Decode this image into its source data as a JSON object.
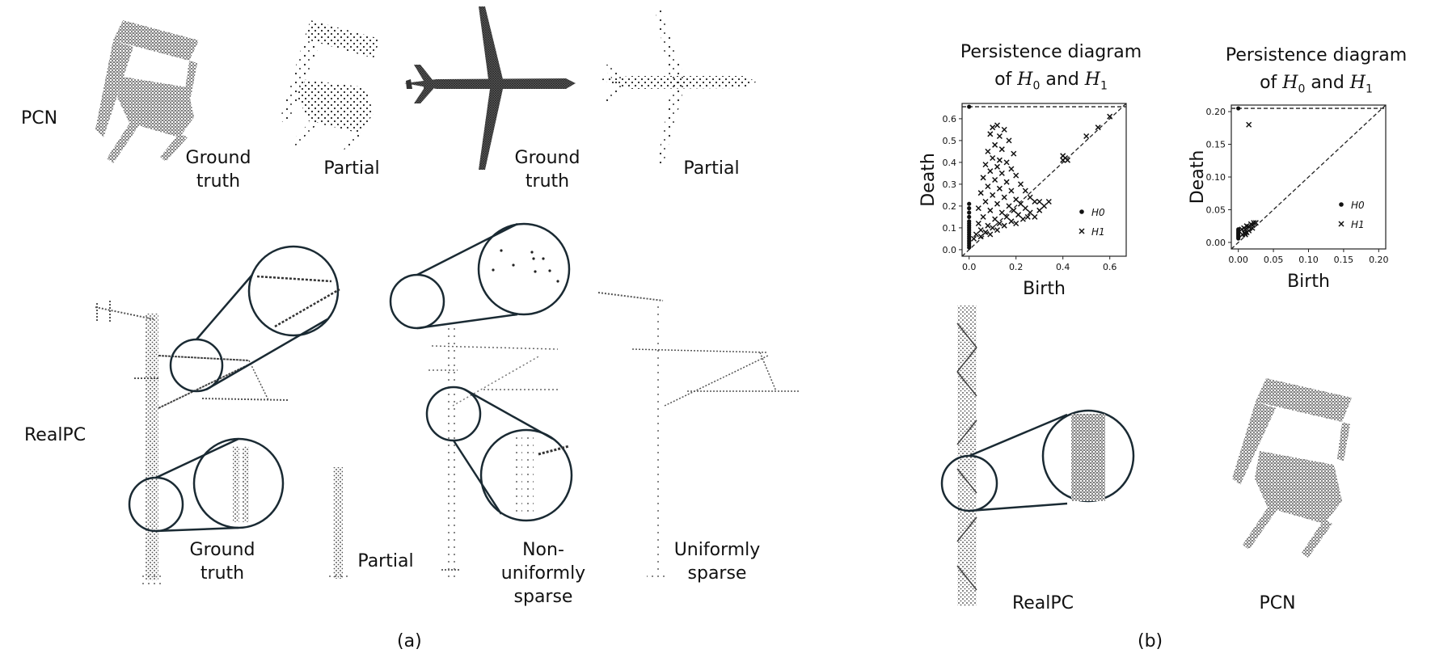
{
  "row_labels": {
    "pcn": "PCN",
    "realpc": "RealPC"
  },
  "pcn_labels": {
    "chair_gt": "Ground\ntruth",
    "chair_partial": "Partial",
    "plane_gt": "Ground\ntruth",
    "plane_partial": "Partial"
  },
  "realpc_labels": {
    "gt": "Ground\ntruth",
    "partial": "Partial",
    "nonuniform": "Non-\nuniformly\nsparse",
    "uniform": "Uniformly\nsparse"
  },
  "bottom_labels": {
    "realpc": "RealPC",
    "pcn": "PCN"
  },
  "captions": {
    "a": "(a)",
    "b": "(b)"
  },
  "persistence_titles": {
    "line1": "Persistence diagram",
    "line2_prefix": "of ",
    "h0": "H",
    "sub0": "0",
    "and": " and ",
    "h1": "H",
    "sub1": "1"
  },
  "chart_data": [
    {
      "type": "scatter",
      "title": "Persistence diagram of H0 and H1",
      "xlabel": "Birth",
      "ylabel": "Death",
      "xlim": [
        -0.03,
        0.67
      ],
      "ylim": [
        -0.03,
        0.67
      ],
      "xticks": [
        "0.0",
        "0.2",
        "0.4",
        "0.6"
      ],
      "yticks": [
        "0.0",
        "0.1",
        "0.2",
        "0.3",
        "0.4",
        "0.5",
        "0.6"
      ],
      "legend": [
        "H0",
        "H1"
      ],
      "legend_position": "bottom-right",
      "infinity_line": 0.655,
      "series": [
        {
          "name": "H0",
          "marker": "dot",
          "points": [
            [
              0,
              0.655
            ],
            [
              0,
              0.21
            ],
            [
              0,
              0.19
            ],
            [
              0,
              0.17
            ],
            [
              0,
              0.15
            ],
            [
              0,
              0.13
            ],
            [
              0,
              0.12
            ],
            [
              0,
              0.11
            ],
            [
              0,
              0.1
            ],
            [
              0,
              0.09
            ],
            [
              0,
              0.08
            ],
            [
              0,
              0.07
            ],
            [
              0,
              0.06
            ],
            [
              0,
              0.05
            ],
            [
              0,
              0.04
            ],
            [
              0,
              0.03
            ],
            [
              0,
              0.02
            ],
            [
              0,
              0.01
            ]
          ]
        },
        {
          "name": "H1",
          "marker": "x",
          "points": [
            [
              0.1,
              0.56
            ],
            [
              0.12,
              0.57
            ],
            [
              0.15,
              0.55
            ],
            [
              0.09,
              0.53
            ],
            [
              0.13,
              0.52
            ],
            [
              0.17,
              0.5
            ],
            [
              0.11,
              0.48
            ],
            [
              0.14,
              0.46
            ],
            [
              0.08,
              0.45
            ],
            [
              0.19,
              0.44
            ],
            [
              0.1,
              0.42
            ],
            [
              0.13,
              0.41
            ],
            [
              0.16,
              0.4
            ],
            [
              0.07,
              0.39
            ],
            [
              0.12,
              0.38
            ],
            [
              0.18,
              0.37
            ],
            [
              0.09,
              0.36
            ],
            [
              0.14,
              0.35
            ],
            [
              0.2,
              0.34
            ],
            [
              0.06,
              0.33
            ],
            [
              0.11,
              0.32
            ],
            [
              0.16,
              0.31
            ],
            [
              0.22,
              0.3
            ],
            [
              0.08,
              0.29
            ],
            [
              0.13,
              0.28
            ],
            [
              0.18,
              0.27
            ],
            [
              0.24,
              0.27
            ],
            [
              0.05,
              0.26
            ],
            [
              0.1,
              0.25
            ],
            [
              0.15,
              0.24
            ],
            [
              0.2,
              0.23
            ],
            [
              0.26,
              0.24
            ],
            [
              0.07,
              0.22
            ],
            [
              0.12,
              0.21
            ],
            [
              0.17,
              0.2
            ],
            [
              0.22,
              0.21
            ],
            [
              0.28,
              0.22
            ],
            [
              0.04,
              0.19
            ],
            [
              0.09,
              0.18
            ],
            [
              0.14,
              0.17
            ],
            [
              0.19,
              0.18
            ],
            [
              0.24,
              0.19
            ],
            [
              0.3,
              0.22
            ],
            [
              0.06,
              0.15
            ],
            [
              0.11,
              0.14
            ],
            [
              0.16,
              0.15
            ],
            [
              0.21,
              0.16
            ],
            [
              0.26,
              0.17
            ],
            [
              0.32,
              0.2
            ],
            [
              0.04,
              0.12
            ],
            [
              0.08,
              0.11
            ],
            [
              0.13,
              0.12
            ],
            [
              0.18,
              0.13
            ],
            [
              0.23,
              0.14
            ],
            [
              0.28,
              0.15
            ],
            [
              0.34,
              0.22
            ],
            [
              0.05,
              0.09
            ],
            [
              0.1,
              0.1
            ],
            [
              0.15,
              0.11
            ],
            [
              0.2,
              0.12
            ],
            [
              0.3,
              0.18
            ],
            [
              0.03,
              0.07
            ],
            [
              0.07,
              0.08
            ],
            [
              0.12,
              0.09
            ],
            [
              0.25,
              0.15
            ],
            [
              0.02,
              0.05
            ],
            [
              0.05,
              0.06
            ],
            [
              0.09,
              0.07
            ],
            [
              0.4,
              0.41
            ],
            [
              0.41,
              0.42
            ],
            [
              0.42,
              0.41
            ],
            [
              0.4,
              0.43
            ],
            [
              0.5,
              0.52
            ],
            [
              0.55,
              0.56
            ],
            [
              0.6,
              0.61
            ]
          ]
        }
      ]
    },
    {
      "type": "scatter",
      "title": "Persistence diagram of H0 and H1",
      "xlabel": "Birth",
      "ylabel": "Death",
      "xlim": [
        -0.01,
        0.21
      ],
      "ylim": [
        -0.01,
        0.21
      ],
      "xticks": [
        "0.00",
        "0.05",
        "0.10",
        "0.15",
        "0.20"
      ],
      "yticks": [
        "0.00",
        "0.05",
        "0.10",
        "0.15",
        "0.20"
      ],
      "legend": [
        "H0",
        "H1"
      ],
      "legend_position": "bottom-right",
      "infinity_line": 0.205,
      "series": [
        {
          "name": "H0",
          "marker": "dot",
          "points": [
            [
              0,
              0.205
            ],
            [
              0,
              0.02
            ],
            [
              0,
              0.018
            ],
            [
              0,
              0.016
            ],
            [
              0,
              0.014
            ],
            [
              0,
              0.012
            ],
            [
              0,
              0.01
            ],
            [
              0,
              0.008
            ],
            [
              0,
              0.006
            ]
          ]
        },
        {
          "name": "H1",
          "marker": "x",
          "points": [
            [
              0.015,
              0.18
            ],
            [
              0.005,
              0.02
            ],
            [
              0.008,
              0.022
            ],
            [
              0.01,
              0.02
            ],
            [
              0.012,
              0.025
            ],
            [
              0.015,
              0.024
            ],
            [
              0.018,
              0.028
            ],
            [
              0.02,
              0.026
            ],
            [
              0.022,
              0.03
            ],
            [
              0.025,
              0.03
            ],
            [
              0.012,
              0.015
            ],
            [
              0.015,
              0.018
            ],
            [
              0.02,
              0.022
            ],
            [
              0.006,
              0.012
            ],
            [
              0.009,
              0.014
            ],
            [
              0.01,
              0.012
            ]
          ]
        }
      ]
    }
  ]
}
